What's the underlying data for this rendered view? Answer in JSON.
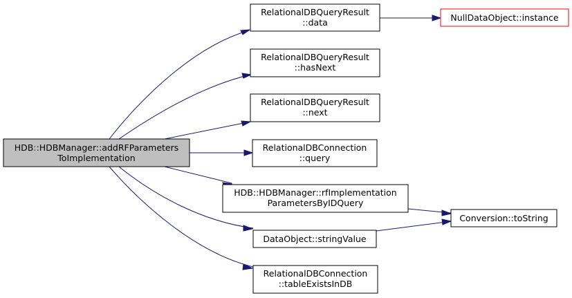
{
  "colors": {
    "node_fill": "#ffffff",
    "node_border": "#000000",
    "root_fill": "#bfbfbf",
    "external_border": "#ff0000",
    "edge": "#191970"
  },
  "nodes": {
    "root": {
      "lines": [
        "HDB::HDBManager::addRFParameters",
        "ToImplementation"
      ]
    },
    "data": {
      "lines": [
        "RelationalDBQueryResult",
        "::data"
      ]
    },
    "has_next": {
      "lines": [
        "RelationalDBQueryResult",
        "::hasNext"
      ]
    },
    "next": {
      "lines": [
        "RelationalDBQueryResult",
        "::next"
      ]
    },
    "query": {
      "lines": [
        "RelationalDBConnection",
        "::query"
      ]
    },
    "rf_query": {
      "lines": [
        "HDB::HDBManager::rfImplementation",
        "ParametersByIDQuery"
      ]
    },
    "string_value": {
      "lines": [
        "DataObject::stringValue"
      ]
    },
    "table_exists": {
      "lines": [
        "RelationalDBConnection",
        "::tableExistsInDB"
      ]
    },
    "null_instance": {
      "lines": [
        "NullDataObject::instance"
      ]
    },
    "to_string": {
      "lines": [
        "Conversion::toString"
      ]
    }
  }
}
